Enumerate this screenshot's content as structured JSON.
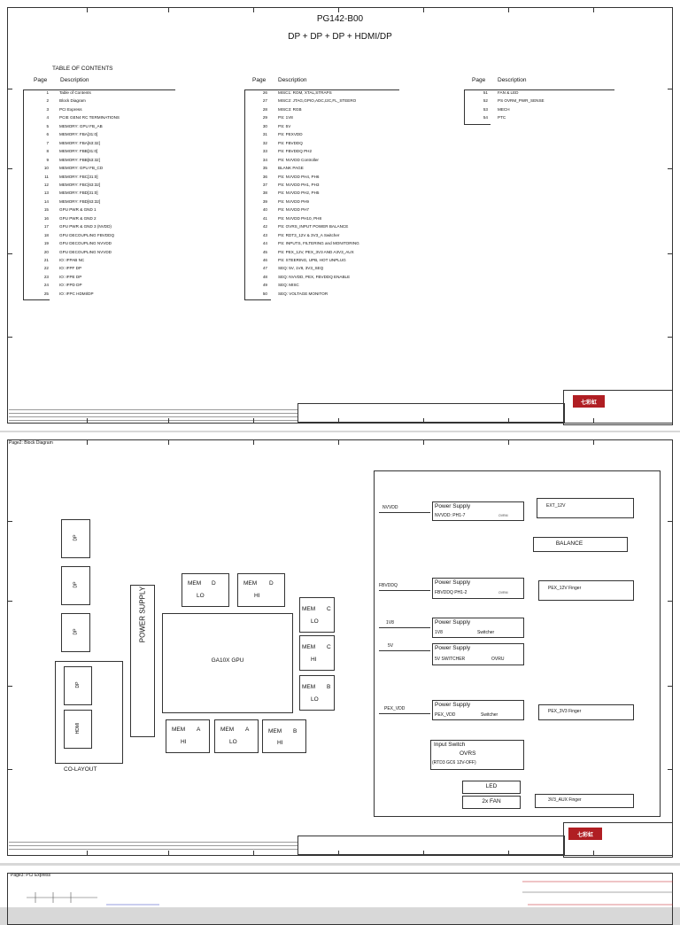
{
  "sheet1": {
    "title": "PG142-B00",
    "subtitle": "DP + DP + DP + HDMI/DP",
    "toc_heading": "TABLE OF CONTENTS",
    "col_page": "Page",
    "col_desc": "Description",
    "col1": [
      {
        "page": "1",
        "desc": "Table of Contents"
      },
      {
        "page": "2",
        "desc": "Block Diagram"
      },
      {
        "page": "3",
        "desc": "PCI Express"
      },
      {
        "page": "4",
        "desc": "PCIE GEN4 RC TERMINATIONS"
      },
      {
        "page": "5",
        "desc": "MEMORY: GPU FB_AB"
      },
      {
        "page": "6",
        "desc": "MEMORY: FBA[31:0]"
      },
      {
        "page": "7",
        "desc": "MEMORY: FBA[63:32]"
      },
      {
        "page": "8",
        "desc": "MEMORY: FBB[31:0]"
      },
      {
        "page": "9",
        "desc": "MEMORY: FBB[63:32]"
      },
      {
        "page": "10",
        "desc": "MEMORY: GPU FB_CD"
      },
      {
        "page": "11",
        "desc": "MEMORY: FBC[31:0]"
      },
      {
        "page": "12",
        "desc": "MEMORY: FBC[63:32]"
      },
      {
        "page": "13",
        "desc": "MEMORY: FBD[31:0]"
      },
      {
        "page": "14",
        "desc": "MEMORY: FBD[63:32]"
      },
      {
        "page": "15",
        "desc": "GPU PWR & GND 1"
      },
      {
        "page": "16",
        "desc": "GPU PWR & GND 2"
      },
      {
        "page": "17",
        "desc": "GPU PWR & GND 3 (NVDD)"
      },
      {
        "page": "18",
        "desc": "GPU DECOUPLING FBVDDQ"
      },
      {
        "page": "19",
        "desc": "GPU DECOUPLING NVVDD"
      },
      {
        "page": "20",
        "desc": "GPU DECOUPLING NVVDD"
      },
      {
        "page": "21",
        "desc": "IO: IFPAB NC"
      },
      {
        "page": "22",
        "desc": "IO: IFPF DP"
      },
      {
        "page": "23",
        "desc": "IO: IFPE DP"
      },
      {
        "page": "24",
        "desc": "IO: IFPD DP"
      },
      {
        "page": "25",
        "desc": "IO: IFPC HDMI/DP"
      }
    ],
    "col2": [
      {
        "page": "26",
        "desc": "MISC1: ROM, XTAL,STRAPS"
      },
      {
        "page": "27",
        "desc": "MISC2: JTAG,GPIO,ADC,I2C,FL_STEERO"
      },
      {
        "page": "28",
        "desc": "MISC3: RGB"
      },
      {
        "page": "29",
        "desc": "PS: 1V8"
      },
      {
        "page": "30",
        "desc": "PS: 5V"
      },
      {
        "page": "31",
        "desc": "PS: PEXVDD"
      },
      {
        "page": "32",
        "desc": "PS: FBVDDQ"
      },
      {
        "page": "33",
        "desc": "PS: FBVDDQ PH2"
      },
      {
        "page": "34",
        "desc": "PS: NVVDD Controller"
      },
      {
        "page": "35",
        "desc": "BLANK PAGE"
      },
      {
        "page": "36",
        "desc": "PS: NVVDD PH4, PH6"
      },
      {
        "page": "37",
        "desc": "PS: NVVDD PH1, PH3"
      },
      {
        "page": "38",
        "desc": "PS: NVVDD PH2, PH5"
      },
      {
        "page": "39",
        "desc": "PS: NVVDD PH9"
      },
      {
        "page": "40",
        "desc": "PS: NVVDD PH7"
      },
      {
        "page": "41",
        "desc": "PS: NVVDD PH10, PH8"
      },
      {
        "page": "42",
        "desc": "PS: OVRS_INPUT POWER BALANCE"
      },
      {
        "page": "43",
        "desc": "PS: RDT3_12V & 3V3_A Switcher"
      },
      {
        "page": "44",
        "desc": "PS: INPUTS, FILTERING and MONITORING"
      },
      {
        "page": "45",
        "desc": "PS: PEX_12V, PEX_3V3 AND A3V3_AUX"
      },
      {
        "page": "46",
        "desc": "PS: STEERING, UPB, HOT UNPLUG"
      },
      {
        "page": "47",
        "desc": "SEQ: 5V, 1V8, 3V3_SEQ"
      },
      {
        "page": "48",
        "desc": "SEQ: NVVDD, PEX, FBVDDQ ENABLE"
      },
      {
        "page": "49",
        "desc": "SEQ: MISC"
      },
      {
        "page": "50",
        "desc": "SEQ: VOLTAGE MONITOR"
      }
    ],
    "col3": [
      {
        "page": "51",
        "desc": "FAN & LED"
      },
      {
        "page": "52",
        "desc": "PS OVRM_PWR_SENSE"
      },
      {
        "page": "53",
        "desc": "MECH"
      },
      {
        "page": "54",
        "desc": "PTC"
      }
    ]
  },
  "sheet2": {
    "page_label": "Page2: Block Diagram",
    "connectors": [
      "DP",
      "DP",
      "DP",
      "DP",
      "HDMI"
    ],
    "co_layout": "CO-LAYOUT",
    "power_supply": "POWER SUPPLY",
    "gpu": "GA10X GPU",
    "mem_d_lo": {
      "a": "MEM",
      "b": "D",
      "c": "LO"
    },
    "mem_d_hi": {
      "a": "MEM",
      "b": "D",
      "c": "HI"
    },
    "mem_c_lo": {
      "a": "MEM",
      "b": "C",
      "c": "LO"
    },
    "mem_c_hi": {
      "a": "MEM",
      "b": "C",
      "c": "HI"
    },
    "mem_b_lo": {
      "a": "MEM",
      "b": "B",
      "c": "LO"
    },
    "mem_a_hi": {
      "a": "MEM",
      "b": "A",
      "c": "HI"
    },
    "mem_a_lo": {
      "a": "MEM",
      "b": "A",
      "c": "LO"
    },
    "mem_b_hi": {
      "a": "MEM",
      "b": "B",
      "c": "HI"
    },
    "rails": {
      "nvvdd": "NVVDD",
      "fbvddq": "FBVDDQ",
      "v1v8": "1V8",
      "v5": "5V",
      "pex_vdd": "PEX_VDD"
    },
    "ps_title": "Power Supply",
    "ps_nvvdd": {
      "sub": "NVVDD: PH1-7",
      "tag": "OVRM"
    },
    "ps_fbvddq": {
      "sub": "FBVDDQ PH1-2",
      "tag": "OVRM"
    },
    "ps_1v8": {
      "sub": "1V8",
      "tag": "Switcher"
    },
    "ps_5v": {
      "sub": "5V SWITCHER",
      "tag": "OVRU"
    },
    "ps_pex": {
      "sub": "PEX_VDD",
      "tag": "Switcher"
    },
    "input_switch": "Input Switch",
    "ovrs": "OVRS",
    "ovrs_note": "(RTD3 GC6 12V-OFF)",
    "led": "LED",
    "fan": "2x FAN",
    "ext_12v": "EXT_12V",
    "balance": "BALANCE",
    "pex_12v": "PEX_12V Finger",
    "pex_3v3": "PEX_3V3 Finger",
    "aux_3v3": "3V3_AUX Finger"
  },
  "sheet3": {
    "page_label": "Page3: PCI Express"
  },
  "colors": {
    "logo_red": "#b01e23",
    "line": "#333333",
    "bus_red": "#c0141c",
    "bus_blue": "#2a3fbf"
  }
}
